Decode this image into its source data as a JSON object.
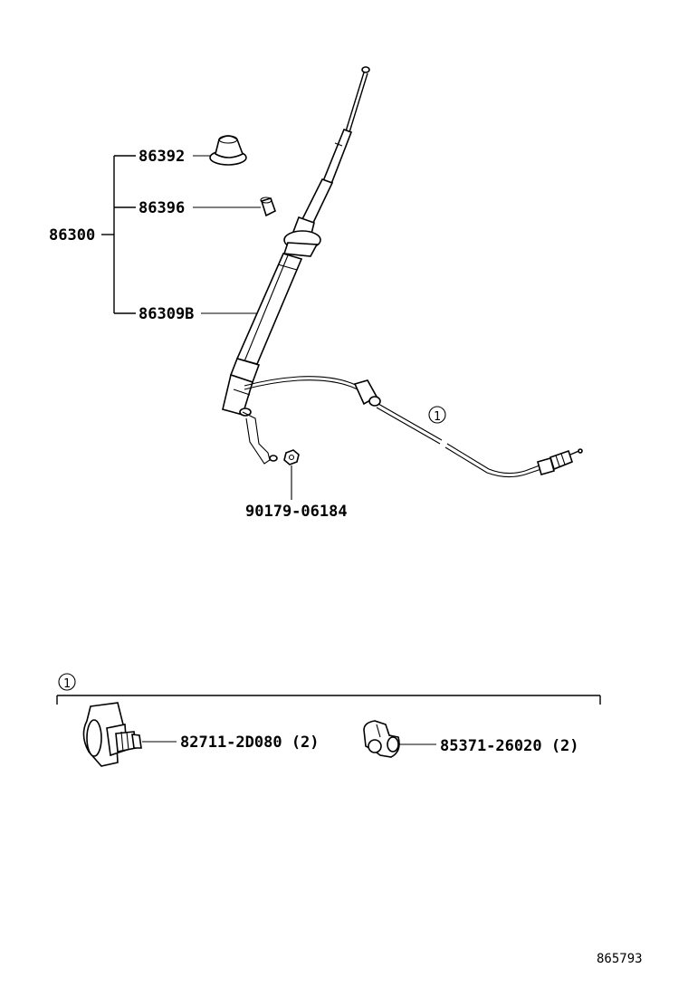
{
  "labels": {
    "assembly": "86300",
    "cap": "86392",
    "bushing": "86396",
    "mast": "86309B",
    "nut": "90179-06184",
    "clip": "82711-2D080 (2)",
    "clamp": "85371-26020 (2)"
  },
  "callout": "1",
  "ref_code": "865793"
}
